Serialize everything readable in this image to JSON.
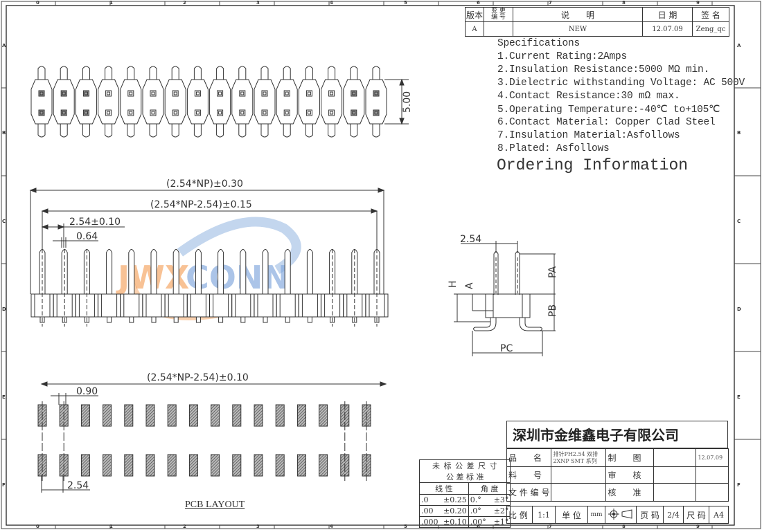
{
  "drawing": {
    "border_columns": [
      "0",
      "1",
      "2",
      "3",
      "4",
      "5",
      "6",
      "7",
      "8",
      "9"
    ],
    "border_rows": [
      "A",
      "B",
      "C",
      "D",
      "E",
      "F"
    ],
    "revision_table": {
      "headers": [
        "版本",
        "变 更\n编 号",
        "说　　明",
        "日 期",
        "签 名"
      ],
      "rows": [
        [
          "A",
          "",
          "NEW",
          "12.07.09",
          "Zeng_qc"
        ]
      ]
    },
    "specifications": {
      "title": "Specifications",
      "items": [
        "1.Current Rating:2Amps",
        "2.Insulation Resistance:5000 MΩ min.",
        "3.Dielectric withstanding Voltage: AC 500V",
        "4.Contact Resistance:30 mΩ max.",
        "5.Operating Temperature:-40℃ to+105℃",
        "6.Contact Material: Copper Clad Steel",
        "7.Insulation Material:Asfollows",
        "8.Plated: Asfollows"
      ],
      "ordering_title": "Ordering Information"
    },
    "top_view": {
      "dim_height": "5.00",
      "pin_count": 16
    },
    "front_view": {
      "dim_total": "(2.54*NP)±0.30",
      "dim_span": "(2.54*NP-2.54)±0.15",
      "dim_pitch": "2.54±0.10",
      "dim_pin": "0.64"
    },
    "side_view": {
      "dim_pitch": "2.54",
      "labels": {
        "h": "H",
        "a": "A",
        "pa": "PA",
        "pb": "PB",
        "pc": "PC"
      }
    },
    "pcb_layout": {
      "title": "PCB LAYOUT",
      "dim_span": "(2.54*NP-2.54)±0.10",
      "dim_pad": "0.90",
      "dim_pitch": "2.54"
    },
    "watermark": {
      "text_orange": "JWX",
      "text_blue": "CONN",
      "color_orange": "#f5a25d",
      "color_blue": "#7fa6dc"
    },
    "tolerance_table": {
      "title1": "未 标 公 差 尺 寸",
      "title2": "公 差 标 准",
      "col1": "线 性",
      "col2": "角 度",
      "rows": [
        [
          ".0",
          "±0.25",
          "0.°",
          "±3°"
        ],
        [
          ".00",
          "±0.20",
          ".0°",
          "±2°"
        ],
        [
          ".000",
          "±0.10",
          ".00°",
          "±1°"
        ]
      ]
    },
    "title_block": {
      "company": "深圳市金维鑫电子有限公司",
      "product_name_label": "品　　名",
      "product_name": "排针PH2.54 双排 2XNP SMT 系列",
      "part_no_label": "料　　号",
      "file_no_label": "文 件 编 号",
      "drawn_label": "制　　图",
      "checked_label": "审　　核",
      "approved_label": "核　　准",
      "date": "12.07.09",
      "scale_label": "比 例",
      "scale": "1:1",
      "unit_label": "单 位",
      "unit": "mm",
      "page_label": "页 码",
      "page": "2/4",
      "size_label": "尺 码",
      "size": "A4"
    }
  }
}
